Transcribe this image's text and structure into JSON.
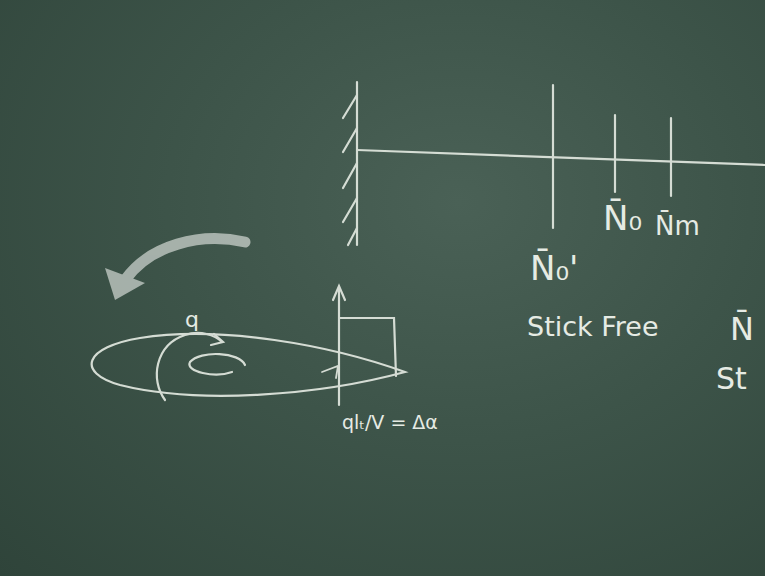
{
  "diagram": {
    "labels": [
      "N̄₀'",
      "Stick Free",
      "N̄₀",
      "N̄m",
      "N̄",
      "St",
      "q",
      "qlₜ/V = Δα"
    ]
  }
}
